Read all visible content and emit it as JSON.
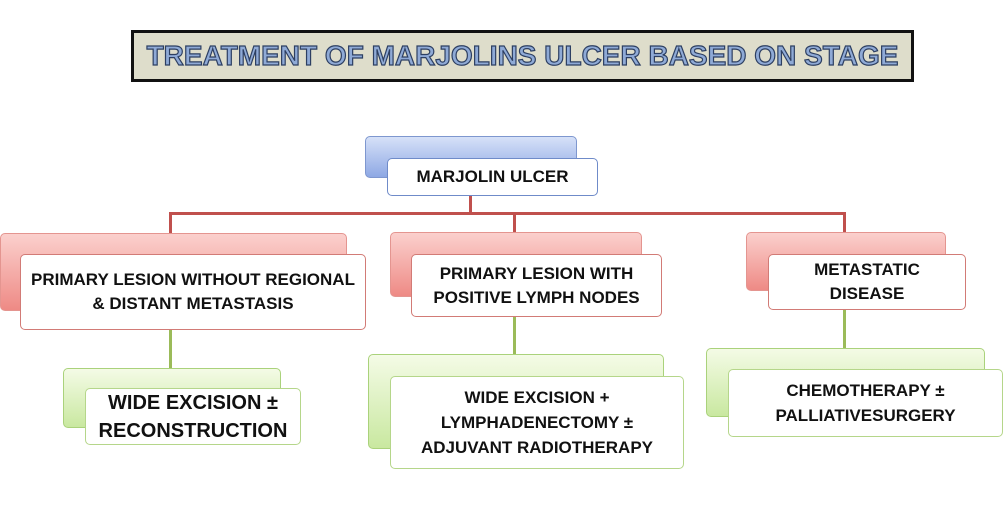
{
  "title": "TREATMENT OF MARJOLINS ULCER BASED ON STAGE",
  "root": {
    "label": "MARJOLIN ULCER"
  },
  "stages": [
    {
      "label": "PRIMARY LESION WITHOUT REGIONAL & DISTANT METASTASIS",
      "treatment": "WIDE EXCISION ± RECONSTRUCTION"
    },
    {
      "label": "PRIMARY LESION WITH POSITIVE LYMPH NODES",
      "treatment": "WIDE EXCISION + LYMPHADENECTOMY ± ADJUVANT RADIOTHERAPY"
    },
    {
      "label": "METASTATIC DISEASE",
      "treatment": "CHEMOTHERAPY ± PALLIATIVESURGERY"
    }
  ],
  "colors": {
    "title_background": "#deddcb",
    "title_text": "#8faad6",
    "connector_red": "#c0504d",
    "connector_green": "#9bbb59",
    "root_accent": "#8ea8e4",
    "stage_accent": "#ee8a85",
    "treatment_accent": "#c9e8a0"
  }
}
